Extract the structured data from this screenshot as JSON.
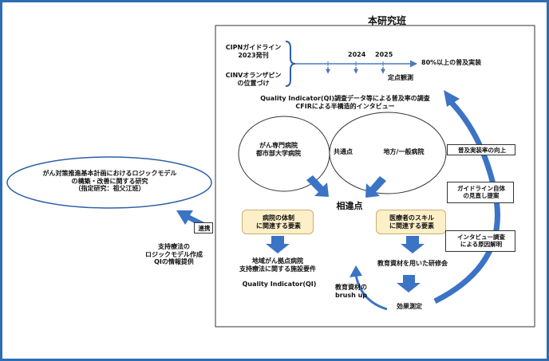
{
  "title": "本研究班",
  "guideline": {
    "cipn": [
      "CIPNガイドライン",
      "2023発刊"
    ],
    "cinv": [
      "CINVオランザピン",
      "の位置づけ"
    ]
  },
  "timeline": {
    "year1": "2024",
    "year2": "2025",
    "target": "80%以上の普及実装",
    "fixed_point": "定点観測"
  },
  "survey": [
    "Quality Indicator(QI)調査データ等による普及率の調査",
    "CFIRによる半構造的インタビュー"
  ],
  "venn": {
    "left": [
      "がん専門病院",
      "都市部大学病院"
    ],
    "center": "共通点",
    "right": "地方/一般病院"
  },
  "difference": "相違点",
  "hospital_box": [
    "病院の体制",
    "に関連する要素"
  ],
  "hospital_result": [
    "地域がん拠点病院",
    "支持療法に関する施設要件"
  ],
  "qi": "Quality Indicator(QI)",
  "skill_box": [
    "医療者のスキル",
    "に関連する要素"
  ],
  "education": "教育資材を用いた研修会",
  "brushup": [
    "教育資材の",
    "brush up"
  ],
  "effect": "効果測定",
  "right_labels": {
    "improve": "普及実装率の向上",
    "review": [
      "ガイドライン自体",
      "の見直し提案"
    ],
    "interview": [
      "インタビュー調査",
      "による原因解明"
    ]
  },
  "external": [
    "がん対策推進基本計画におけるロジックモデル",
    "の構築・改善に関する研究",
    "（指定研究：祖父江班）"
  ],
  "link": "連携",
  "support": [
    "支持療法の",
    "ロジックモデル作成",
    "QIの情報提供"
  ],
  "colors": {
    "frame": "#2e6db4",
    "arrow": "#3b73c5",
    "yellow": "#fdefc7"
  }
}
